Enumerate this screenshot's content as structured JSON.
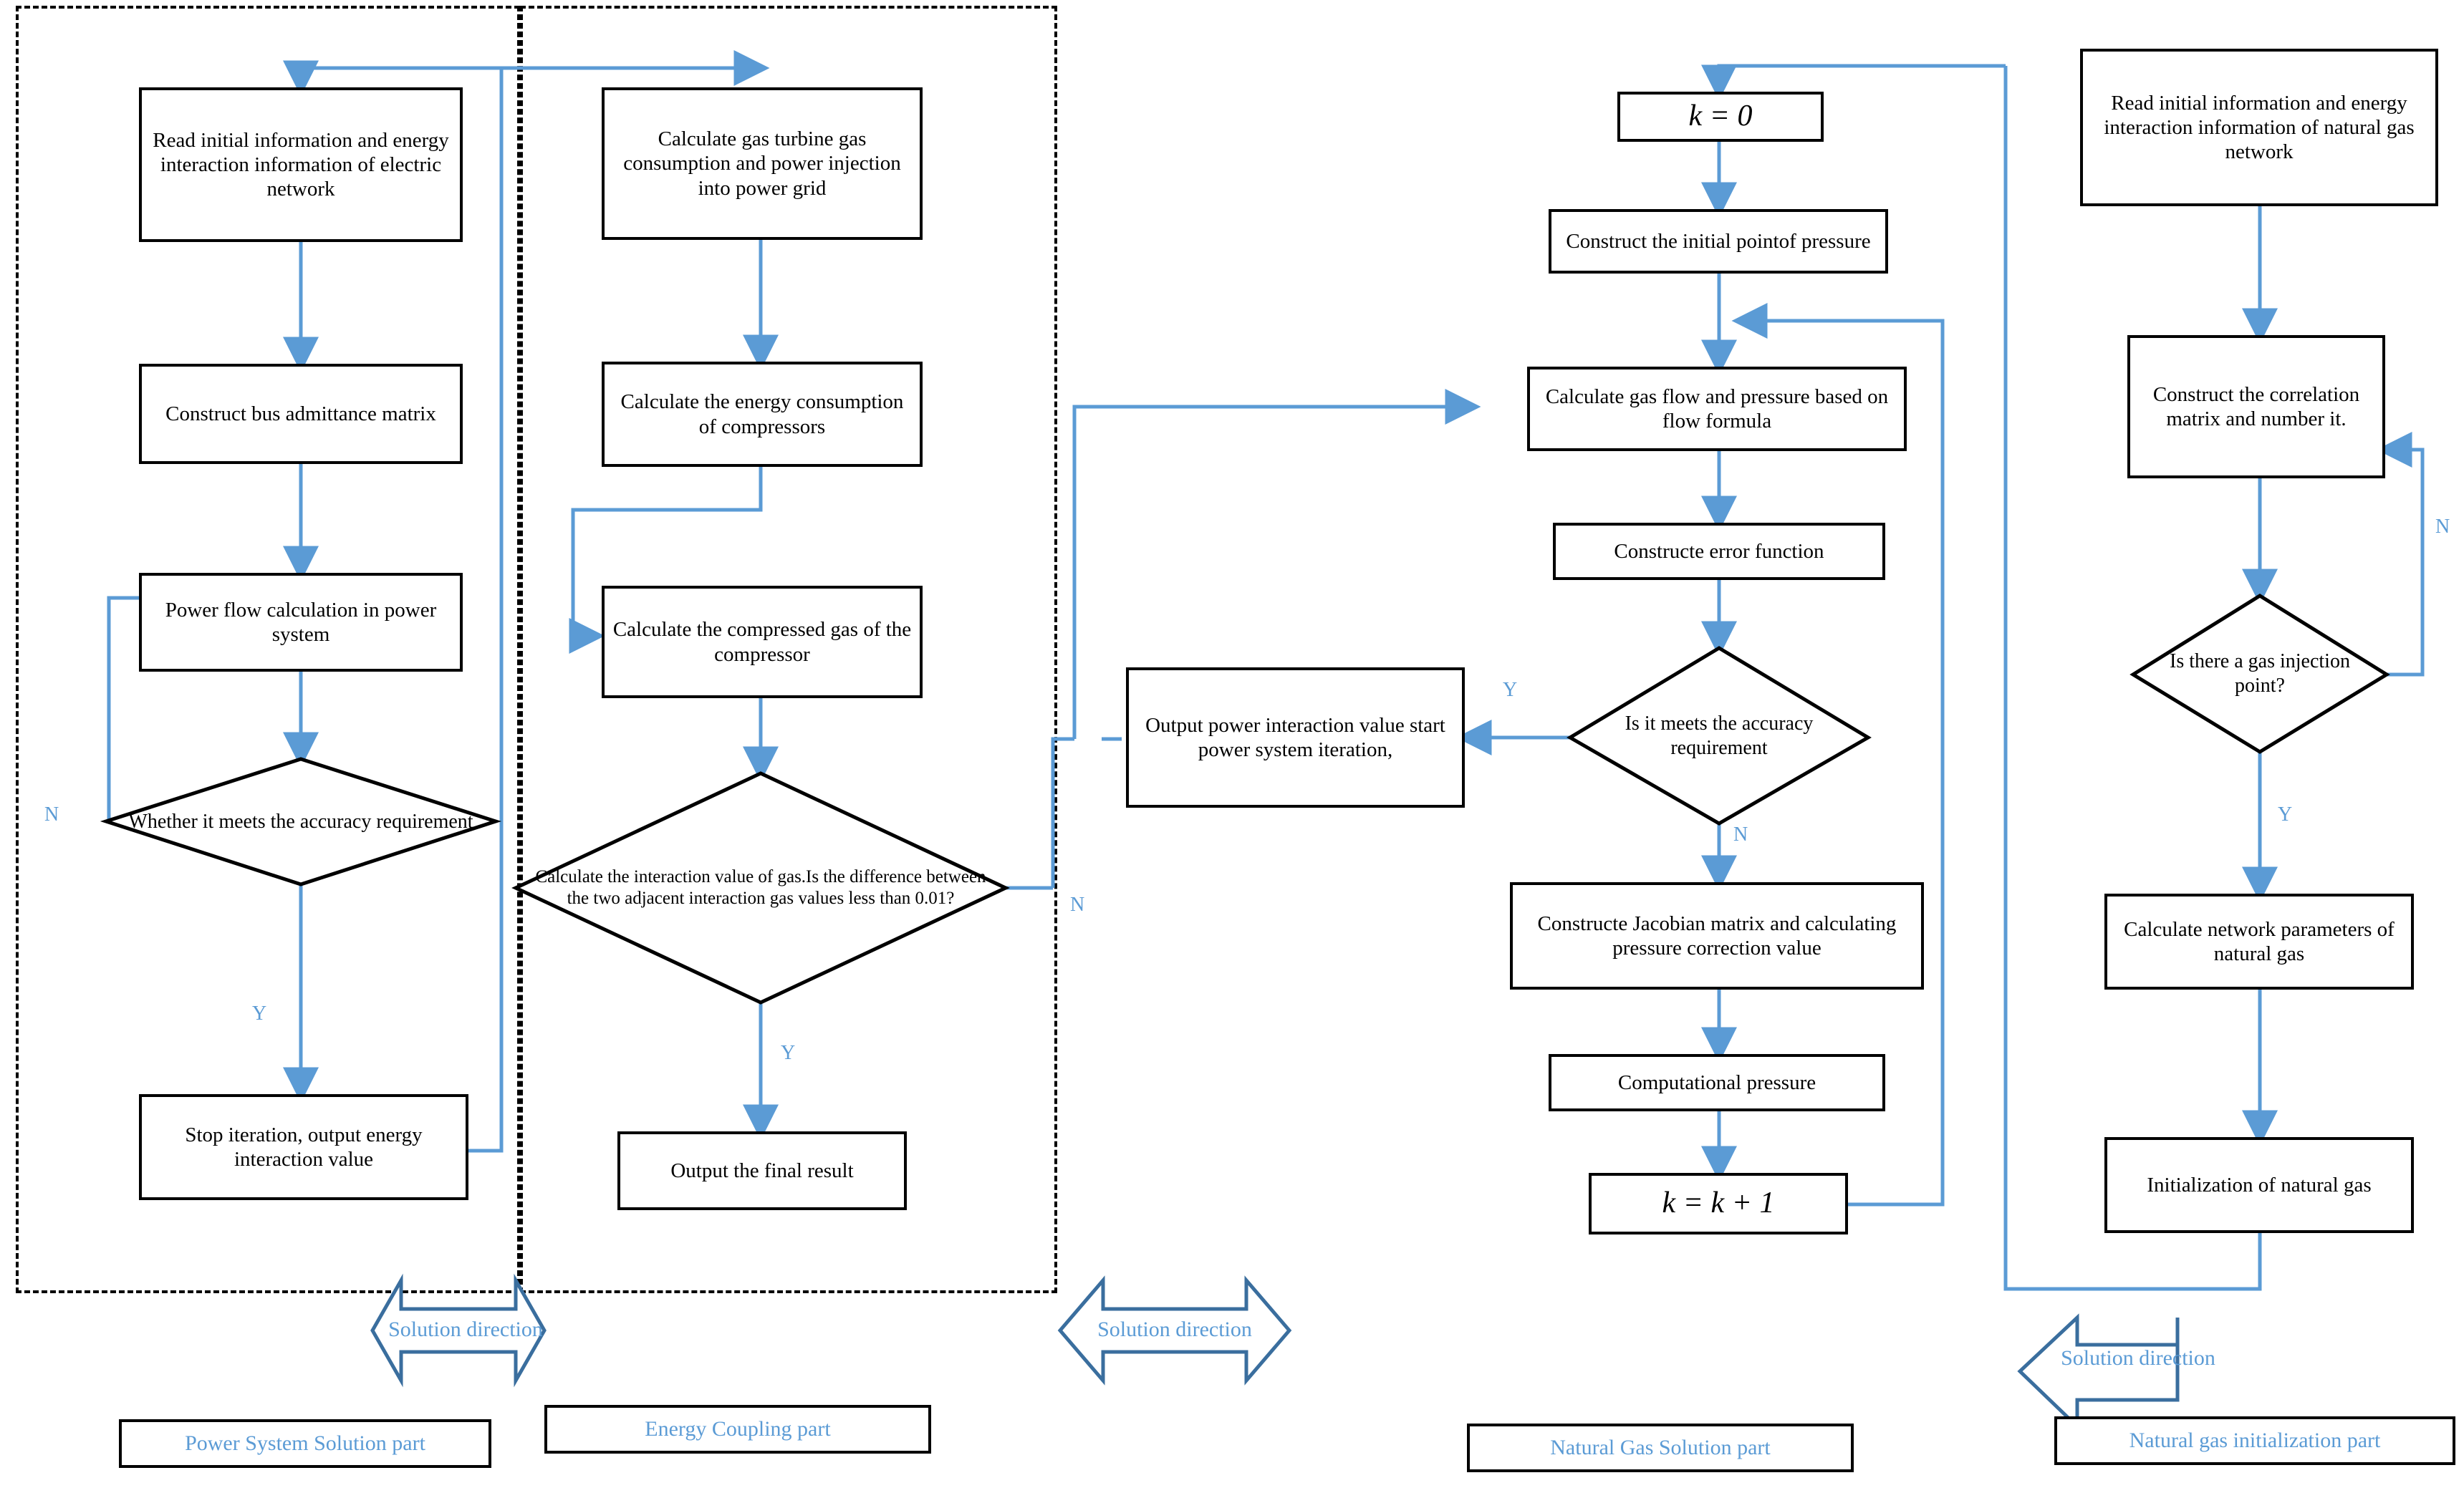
{
  "diagram": {
    "title": "Integrated electricity-gas energy flow calculation flowchart",
    "accent_color": "#5b9bd5",
    "line_color": "#5b9bd5",
    "box_border_color": "#000000",
    "dashed_group_color": "#000000"
  },
  "power_system": {
    "group_label": "Power System Solution part",
    "nodes": [
      {
        "id": "ps1",
        "text": "Read initial information and energy interaction information of electric network",
        "shape": "rect"
      },
      {
        "id": "ps2",
        "text": "Construct bus admittance matrix",
        "shape": "rect"
      },
      {
        "id": "ps3",
        "text": "Power flow calculation in power system",
        "shape": "rect"
      },
      {
        "id": "ps4",
        "text": "Whether it meets the accuracy requirement",
        "shape": "diamond"
      },
      {
        "id": "ps5",
        "text": "Stop iteration, output energy interaction value",
        "shape": "rect"
      }
    ],
    "edge_labels": {
      "no": "N",
      "yes": "Y"
    }
  },
  "energy_coupling": {
    "group_label": "Energy Coupling part",
    "nodes": [
      {
        "id": "ec1",
        "text": "Calculate gas turbine gas consumption and power injection into power grid",
        "shape": "rect"
      },
      {
        "id": "ec2",
        "text": "Calculate the energy consumption of compressors",
        "shape": "rect"
      },
      {
        "id": "ec3",
        "text": "Calculate the compressed gas of the compressor",
        "shape": "rect"
      },
      {
        "id": "ec4",
        "text": "Calculate the interaction value of gas.Is the difference between the two adjacent interaction gas values less than 0.01?",
        "shape": "diamond"
      },
      {
        "id": "ec5",
        "text": "Output the final result",
        "shape": "rect"
      }
    ],
    "edge_labels": {
      "no": "N",
      "yes": "Y"
    }
  },
  "natural_gas_solution": {
    "group_label": "Natural Gas Solution part",
    "nodes": [
      {
        "id": "ng0",
        "text": "k = 0",
        "shape": "rect",
        "math": true
      },
      {
        "id": "ng1",
        "text": "Construct the initial pointof pressure",
        "shape": "rect"
      },
      {
        "id": "ng2",
        "text": "Calculate gas flow and pressure based on flow formula",
        "shape": "rect"
      },
      {
        "id": "ng3",
        "text": "Constructe error function",
        "shape": "rect"
      },
      {
        "id": "ng4",
        "text": "Is it meets the accuracy requirement",
        "shape": "diamond"
      },
      {
        "id": "ng5",
        "text": "Constructe Jacobian matrix and calculating pressure correction value",
        "shape": "rect"
      },
      {
        "id": "ng6",
        "text": "Computational pressure",
        "shape": "rect"
      },
      {
        "id": "ng7",
        "text": "k = k + 1",
        "shape": "rect",
        "math": true
      },
      {
        "id": "ng8",
        "text": "Output power interaction value start power system iteration,",
        "shape": "rect"
      }
    ],
    "edge_labels": {
      "no": "N",
      "yes": "Y"
    }
  },
  "natural_gas_init": {
    "group_label": "Natural gas initialization part",
    "nodes": [
      {
        "id": "gi1",
        "text": "Read initial information and energy interaction information of natural gas network",
        "shape": "rect"
      },
      {
        "id": "gi2",
        "text": "Construct the correlation matrix and number it.",
        "shape": "rect"
      },
      {
        "id": "gi3",
        "text": "Is there a gas injection point?",
        "shape": "diamond"
      },
      {
        "id": "gi4",
        "text": "Calculate network parameters of natural gas",
        "shape": "rect"
      },
      {
        "id": "gi5",
        "text": "Initialization of natural gas",
        "shape": "rect"
      }
    ],
    "edge_labels": {
      "no": "N",
      "yes": "Y"
    }
  },
  "direction_markers": [
    {
      "id": "dir1",
      "text": "Solution direction",
      "style": "double-arrow"
    },
    {
      "id": "dir2",
      "text": "Solution direction",
      "style": "double-arrow"
    },
    {
      "id": "dir3",
      "text": "Solution direction",
      "style": "left-arrow"
    }
  ]
}
